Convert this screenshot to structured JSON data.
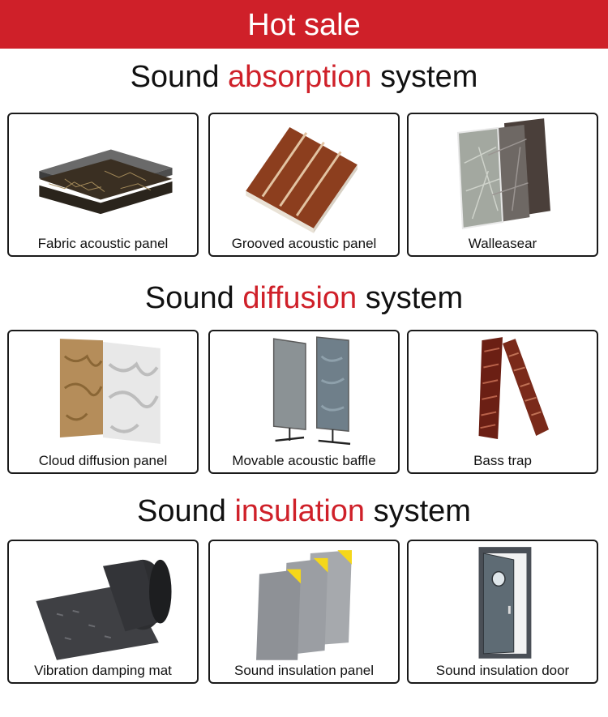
{
  "banner": {
    "title": "Hot sale"
  },
  "sections": [
    {
      "pre": "Sound",
      "accent": "absorption",
      "post": "system",
      "items": [
        "Fabric acoustic panel",
        "Grooved acoustic panel",
        "Walleasear"
      ]
    },
    {
      "pre": "Sound",
      "accent": "diffusion",
      "post": "system",
      "items": [
        "Cloud diffusion panel",
        "Movable acoustic baffle",
        "Bass trap"
      ]
    },
    {
      "pre": "Sound",
      "accent": "insulation",
      "post": "system",
      "items": [
        "Vibration damping mat",
        "Sound insulation panel",
        "Sound insulation door"
      ]
    }
  ],
  "icons": [
    "fabric-panel-image",
    "grooved-panel-image",
    "wall-panel-image",
    "cloud-diffusion-image",
    "movable-baffle-image",
    "bass-trap-image",
    "damping-mat-image",
    "insulation-panel-image",
    "insulation-door-image"
  ],
  "colors": {
    "accent": "#cf2029",
    "text": "#111111",
    "border": "#1a1a1a"
  }
}
